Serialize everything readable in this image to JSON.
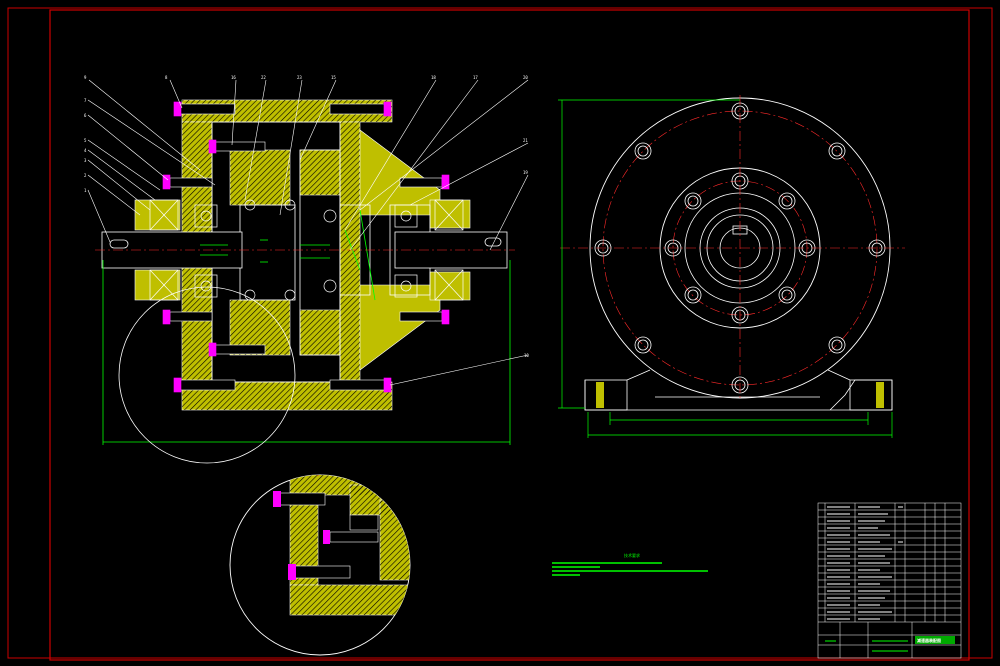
{
  "drawing": {
    "callouts_left": [
      "9",
      "8",
      "16",
      "22",
      "23",
      "15",
      "18",
      "17",
      "20",
      "21",
      "19"
    ],
    "callouts_side": [
      "7",
      "6",
      "5",
      "4",
      "3",
      "2",
      "1"
    ],
    "callout_bottom_right": "10",
    "notes_title": "技术要求",
    "colors": {
      "background": "#000000",
      "frame": "#cc0000",
      "outline": "#ffffff",
      "hatch": "#ffff00",
      "centerline": "#ff2a2a",
      "dimension": "#00ff00",
      "fastener": "#ff00ff",
      "leader": "#ffffff"
    }
  },
  "title_block": {
    "stamp_text": "减速器装配图"
  }
}
